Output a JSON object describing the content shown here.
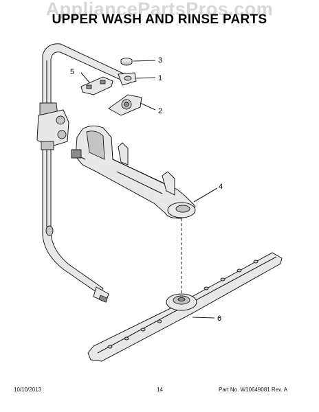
{
  "watermark": "AppliancePartsPros.com",
  "title": "UPPER WASH AND RINSE PARTS",
  "callouts": {
    "c1": "1",
    "c2": "2",
    "c3": "3",
    "c4": "4",
    "c5": "5",
    "c6": "6"
  },
  "footer": {
    "date": "10/10/2013",
    "page_number": "14",
    "part_info": "Part No. W10649081  Rev. A"
  },
  "colors": {
    "line": "#1a1a1a",
    "part_fill": "#e6e6e6",
    "part_shade": "#bdbdbd",
    "watermark": "#d7d7d7"
  }
}
